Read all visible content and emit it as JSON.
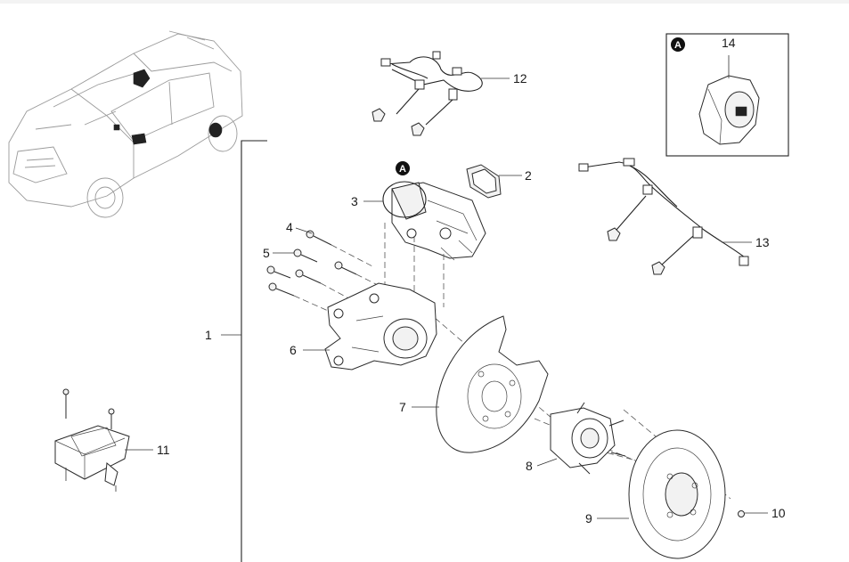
{
  "diagram": {
    "callouts": [
      {
        "id": "c1",
        "label": "1"
      },
      {
        "id": "c2",
        "label": "2"
      },
      {
        "id": "c3",
        "label": "3"
      },
      {
        "id": "c4",
        "label": "4"
      },
      {
        "id": "c5",
        "label": "5"
      },
      {
        "id": "c6",
        "label": "6"
      },
      {
        "id": "c7",
        "label": "7"
      },
      {
        "id": "c8",
        "label": "8"
      },
      {
        "id": "c9",
        "label": "9"
      },
      {
        "id": "c10",
        "label": "10"
      },
      {
        "id": "c11",
        "label": "11"
      },
      {
        "id": "c12",
        "label": "12"
      },
      {
        "id": "c13",
        "label": "13"
      },
      {
        "id": "c14",
        "label": "14"
      }
    ],
    "detail_badge": "A",
    "detail_inset_badge": "A",
    "colors": {
      "line": "#222222",
      "background": "#ffffff",
      "badge": "#111111",
      "vehicle": "#9a9a9a"
    }
  }
}
